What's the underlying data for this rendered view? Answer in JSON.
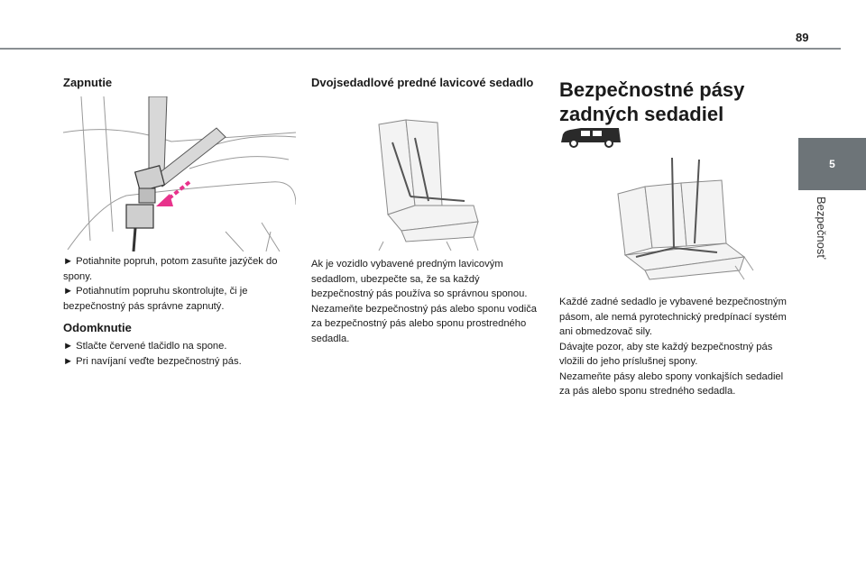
{
  "page_number": "89",
  "chapter": {
    "number": "5",
    "title": "Bezpečnosť"
  },
  "col1": {
    "heading1": "Zapnutie",
    "text1": "► Potiahnite popruh, potom zasuňte jazýček do spony.\n► Potiahnutím popruhu skontrolujte, či je bezpečnostný pás správne zapnutý.",
    "heading2": "Odomknutie",
    "text2": "► Stlačte červené tlačidlo na spone.\n► Pri navíjaní veďte bezpečnostný pás."
  },
  "col2": {
    "heading": "Dvojsedadlové predné lavicové sedadlo",
    "text": "Ak je vozidlo vybavené predným lavicovým sedadlom, ubezpečte sa, že sa každý bezpečnostný pás používa so správnou sponou.\nNezameňte bezpečnostný pás alebo sponu vodiča za bezpečnostný pás alebo sponu prostredného sedadla."
  },
  "col3": {
    "title": "Bezpečnostné pásy zadných sedadiel",
    "text": "Každé zadné sedadlo je vybavené bezpečnostným pásom, ale nemá pyrotechnický predpínací systém ani obmedzovač sily.\nDávajte pozor, aby ste každý bezpečnostný pás vložili do jeho príslušnej spony.\nNezameňte pásy alebo spony vonkajších sedadiel za pás alebo sponu stredného sedadla."
  },
  "colors": {
    "tab": "#6d7478",
    "rule": "#8a8f93",
    "arrow": "#e8338c"
  },
  "icons": [
    "seatbelt-buckle-illustration",
    "front-bench-seat-illustration",
    "van-icon",
    "rear-seats-illustration"
  ]
}
